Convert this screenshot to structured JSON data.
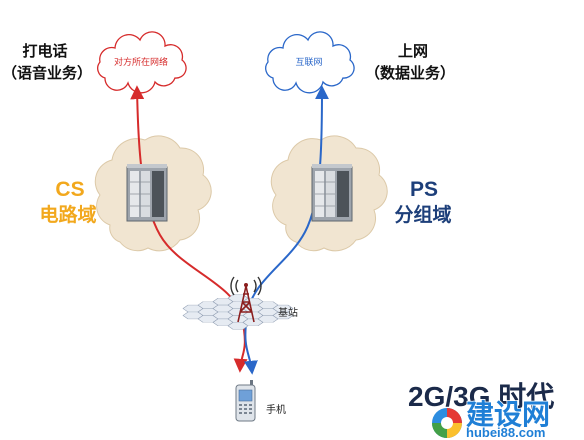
{
  "voice_label": {
    "line1": "打电话",
    "line2": "（语音业务）"
  },
  "data_label": {
    "line1": "上网",
    "line2": "（数据业务）"
  },
  "clouds": {
    "remote_network": "对方所在网络",
    "internet": "互联网"
  },
  "cs": {
    "name": "CS",
    "subtitle": "电路域"
  },
  "ps": {
    "name": "PS",
    "subtitle": "分组域"
  },
  "base_station": "基站",
  "phone": "手机",
  "era": "2G/3G 时代",
  "watermark": {
    "brand": "建设网",
    "url": "hubei88.com"
  },
  "colors": {
    "cs": "#f2a81d",
    "ps": "#1d3f7a",
    "voice_path": "#d62b2b",
    "data_path": "#2a67c9",
    "domain_cloud": "#f1e5d1",
    "watermark": "#1f7fd6"
  }
}
